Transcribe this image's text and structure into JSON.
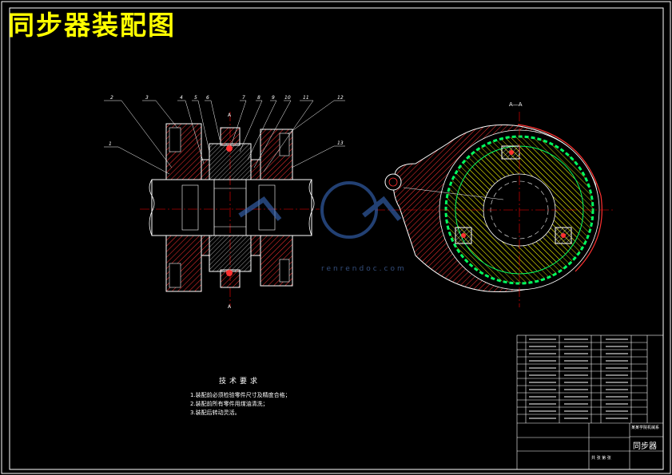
{
  "title": "同步器装配图",
  "section_label": "A—A",
  "view_marker": "A",
  "part_numbers": [
    "2",
    "3",
    "4",
    "5",
    "6",
    "7",
    "8",
    "9",
    "10",
    "11",
    "12",
    "1",
    "13"
  ],
  "tech_requirements": {
    "heading": "技术要求",
    "items": [
      "1.装配前必须检验零件尺寸及精度合格；",
      "2.装配前所有零件用煤油清洗；",
      "3.装配后转动灵活。"
    ]
  },
  "title_block": {
    "name": "同步器",
    "school": "某某学院机械系",
    "sheet": "共 张 第 张"
  },
  "watermark": "renrendoc.com",
  "colors": {
    "background": "#000000",
    "lines": "#ffffff",
    "title": "#ffff00",
    "section_fill": "#ff3030",
    "center_line": "#ff0000",
    "gear": "#00ff60",
    "hatch_yellow": "#ffff00"
  }
}
